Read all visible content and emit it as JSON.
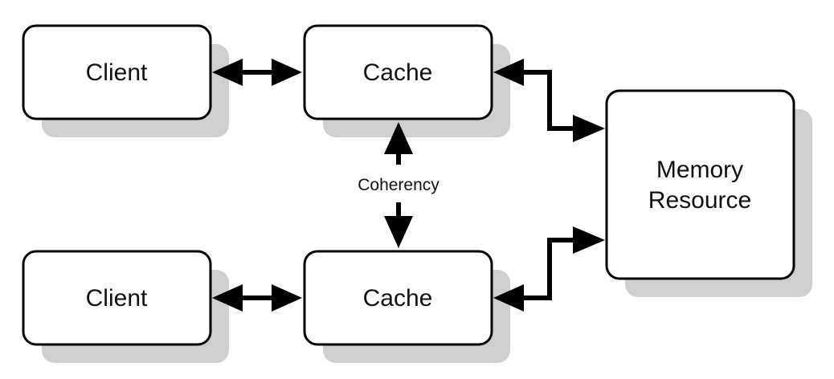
{
  "diagram": {
    "nodes": {
      "client_top": "Client",
      "cache_top": "Cache",
      "client_bottom": "Client",
      "cache_bottom": "Cache",
      "memory_line1": "Memory",
      "memory_line2": "Resource"
    },
    "edges": {
      "coherency_label": "Coherency"
    },
    "colors": {
      "box_fill": "#ffffff",
      "box_stroke": "#000000",
      "shadow": "#cfcfcf",
      "arrow": "#000000"
    }
  }
}
